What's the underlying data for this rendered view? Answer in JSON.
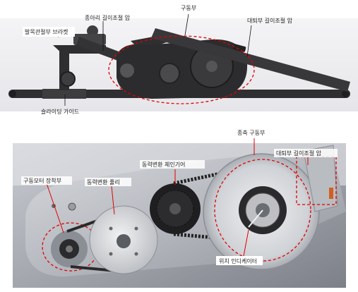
{
  "top_diagram": {
    "labels": {
      "ankle_bracket": "발목관절부 브라켓",
      "shank_arm": "종아리 길이조절 암",
      "drive_unit": "구동부",
      "thigh_arm": "대퇴부 길이조절 암",
      "sliding_guide": "슬라이딩 가이드"
    }
  },
  "bottom_photo": {
    "labels": {
      "knee_drive": "종축 구동부",
      "thigh_arm": "대퇴부 길이조절 암",
      "chain_gear": "동력변환 체인기어",
      "motor_mount": "구동모터 장착부",
      "pulley": "동력변환 풀리",
      "position_indicator": "위치 인디케이터"
    }
  },
  "colors": {
    "callout": "#e00000",
    "label_box": "#ffffff",
    "frame_dark": "#3a3a3c"
  }
}
